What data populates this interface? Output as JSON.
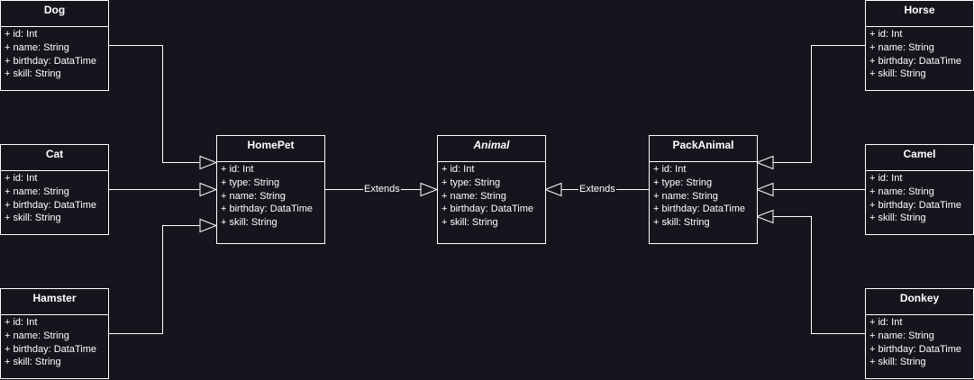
{
  "colors": {
    "background": "#18141d",
    "line": "#ffffff",
    "text": "#ffffff"
  },
  "relation_label": "Extends",
  "classes": {
    "dog": {
      "name": "Dog",
      "attrs": [
        "+ id: Int",
        "+ name: String",
        "+ birthday: DataTime",
        "+ skill: String"
      ]
    },
    "cat": {
      "name": "Cat",
      "attrs": [
        "+ id: Int",
        "+ name: String",
        "+ birthday: DataTime",
        "+ skill: String"
      ]
    },
    "hamster": {
      "name": "Hamster",
      "attrs": [
        "+ id: Int",
        "+ name: String",
        "+ birthday: DataTime",
        "+ skill: String"
      ]
    },
    "homepet": {
      "name": "HomePet",
      "attrs": [
        "+ id: Int",
        "+ type: String",
        "+ name: String",
        "+ birthday: DataTime",
        "+ skill: String"
      ]
    },
    "animal": {
      "name": "Animal",
      "attrs": [
        "+ id: Int",
        "+ type: String",
        "+ name: String",
        "+ birthday: DataTime",
        "+ skill: String"
      ]
    },
    "packanimal": {
      "name": "PackAnimal",
      "attrs": [
        "+ id: Int",
        "+ type: String",
        "+ name: String",
        "+ birthday: DataTime",
        "+ skill: String"
      ]
    },
    "horse": {
      "name": "Horse",
      "attrs": [
        "+ id: Int",
        "+ name: String",
        "+ birthday: DataTime",
        "+ skill: String"
      ]
    },
    "camel": {
      "name": "Camel",
      "attrs": [
        "+ id: Int",
        "+ name: String",
        "+ birthday: DataTime",
        "+ skill: String"
      ]
    },
    "donkey": {
      "name": "Donkey",
      "attrs": [
        "+ id: Int",
        "+ name: String",
        "+ birthday: DataTime",
        "+ skill: String"
      ]
    }
  },
  "relations": [
    {
      "from": "Dog",
      "to": "HomePet",
      "kind": "generalization"
    },
    {
      "from": "Cat",
      "to": "HomePet",
      "kind": "generalization"
    },
    {
      "from": "Hamster",
      "to": "HomePet",
      "kind": "generalization"
    },
    {
      "from": "HomePet",
      "to": "Animal",
      "kind": "generalization",
      "label": "Extends"
    },
    {
      "from": "PackAnimal",
      "to": "Animal",
      "kind": "generalization",
      "label": "Extends"
    },
    {
      "from": "Horse",
      "to": "PackAnimal",
      "kind": "generalization"
    },
    {
      "from": "Camel",
      "to": "PackAnimal",
      "kind": "generalization"
    },
    {
      "from": "Donkey",
      "to": "PackAnimal",
      "kind": "generalization"
    }
  ]
}
